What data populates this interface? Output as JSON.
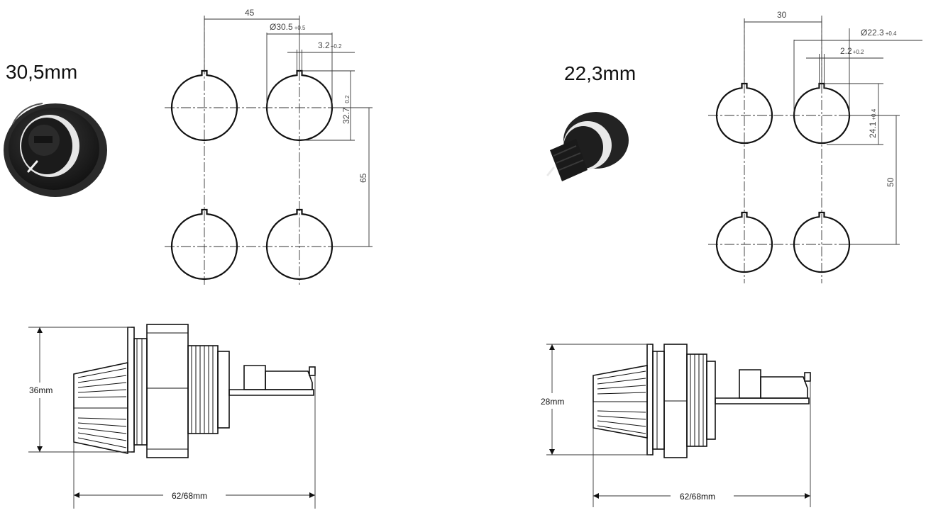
{
  "left": {
    "size_label": "30,5mm",
    "hole_diameter": "Ø30.5",
    "hole_diameter_tol": "+0.5",
    "key_width": "3.2",
    "key_width_tol": "+0.2",
    "key_depth": "32.7",
    "key_depth_tol": "0.2",
    "horizontal_pitch": "45",
    "vertical_pitch": "65",
    "side_height": "36mm",
    "side_length": "62/68mm"
  },
  "right": {
    "size_label": "22,3mm",
    "hole_diameter": "Ø22.3",
    "hole_diameter_tol": "+0.4",
    "key_width": "2.2",
    "key_width_tol": "+0.2",
    "key_depth": "24.1",
    "key_depth_tol": "+0.4",
    "horizontal_pitch": "30",
    "vertical_pitch": "50",
    "side_height": "28mm",
    "side_length": "62/68mm"
  },
  "colors": {
    "line": "#111111",
    "knob_dark": "#1e1e1e",
    "knob_ring": "#e8e8e8"
  },
  "icons": [
    "knob-30-photo-icon",
    "knob-22-photo-icon"
  ]
}
